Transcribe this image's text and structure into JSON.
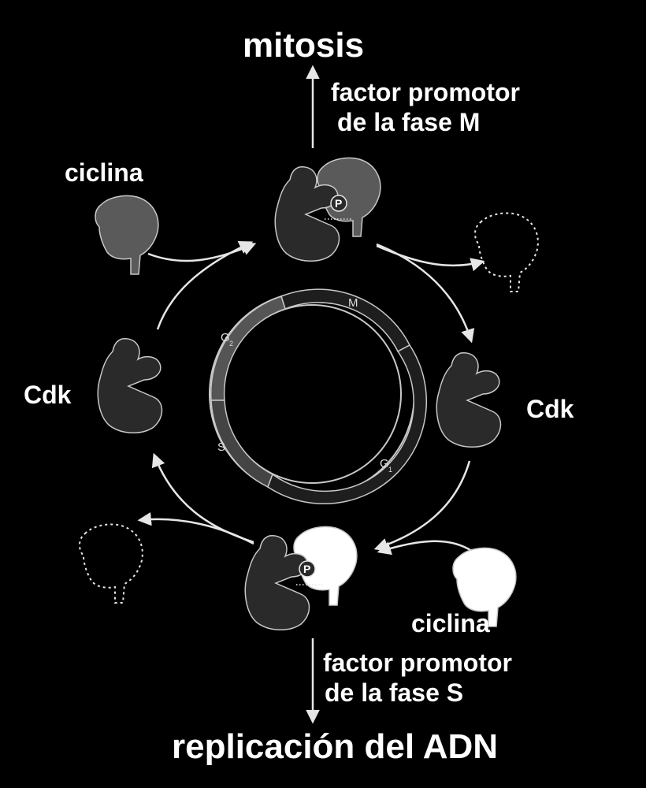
{
  "labels": {
    "top_title": "mitosis",
    "bottom_title": "replicación del ADN",
    "mpf_line1": "factor promotor",
    "mpf_line2": "de la fase M",
    "spf_line1": "factor promotor",
    "spf_line2": "de la fase S",
    "cyclin_top": "ciclina",
    "cyclin_bottom": "ciclina",
    "cdk_left": "Cdk",
    "cdk_right": "Cdk",
    "phosphate": "P"
  },
  "phases": {
    "m": "M",
    "g1": "G",
    "g2": "G",
    "s": "S",
    "g1_sub": "1",
    "g2_sub": "2"
  },
  "colors": {
    "background": "#000000",
    "cdk": "#2a2a2a",
    "cyclin_m": "#5a5a5a",
    "cyclin_s": "#ffffff",
    "outline": "#c8c8c8",
    "arrow": "#e6e6e6",
    "ring_dark": "#1e1e1e",
    "ring_light": "#555555"
  }
}
